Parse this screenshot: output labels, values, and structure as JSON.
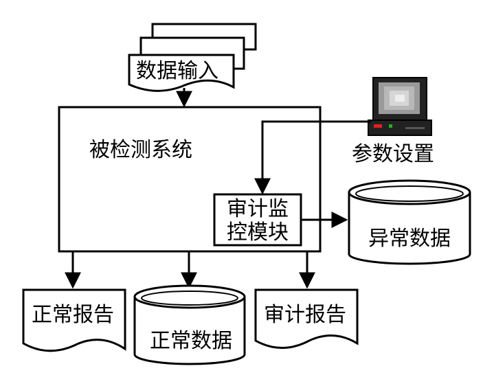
{
  "labels": {
    "data_input": "数据输入",
    "system": "被检测系统",
    "param_settings": "参数设置",
    "audit_module_line1": "审计监",
    "audit_module_line2": "控模块",
    "abnormal_data": "异常数据",
    "normal_report": "正常报告",
    "normal_data": "正常数据",
    "audit_report": "审计报告"
  },
  "icons": {
    "computer": "computer-icon"
  },
  "colors": {
    "stroke": "#000000",
    "background": "#ffffff",
    "screen": "#9a9a9a",
    "led_red": "#e02020",
    "led_green": "#20b020"
  }
}
